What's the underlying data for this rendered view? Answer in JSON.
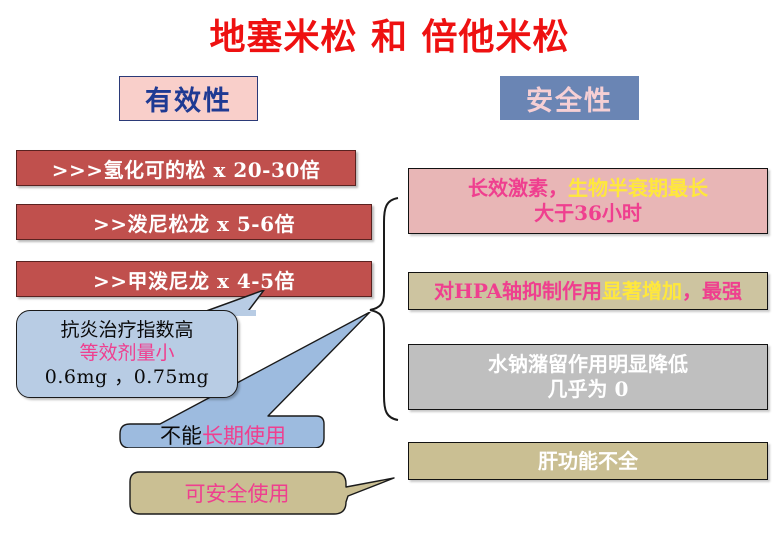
{
  "slide": {
    "title": "地塞米松 和 倍他米松",
    "title_color": "#ee1111",
    "background": "#ffffff"
  },
  "headers": {
    "left": {
      "label": "有效性",
      "background": "#f9cfca",
      "text_color": "#1f3a93",
      "border_color": "#2b3a78"
    },
    "right": {
      "label": "安全性",
      "background": "#6a85b4",
      "text_color": "#f6cfd4"
    }
  },
  "efficacy_bars": [
    {
      "text": ">>>氢化可的松 x 20-30倍",
      "background": "#c0504d",
      "text_color": "#ffffff"
    },
    {
      "text": ">>泼尼松龙 x 5-6倍",
      "background": "#c0504d",
      "text_color": "#ffffff"
    },
    {
      "text": ">>甲泼尼龙 x 4-5倍",
      "background": "#c0504d",
      "text_color": "#ffffff"
    }
  ],
  "efficacy_callout": {
    "line1": "抗炎治疗指数高",
    "line2": "等效剂量小",
    "line3": "0.6mg ，0.75mg",
    "background": "#b8cce4",
    "line2_color": "#ef3f8f"
  },
  "warning_callout": {
    "prefix": "不能",
    "highlight": "长期使用",
    "background": "#b8cce4",
    "highlight_color": "#ef3f8f"
  },
  "safe_callout": {
    "label": "可安全使用",
    "background": "#cabf93",
    "text_color": "#ef3f8f"
  },
  "safety_boxes": [
    {
      "line1_a": "长效激素，",
      "line1_b": "生物半衰期最长",
      "line2": "大于36小时",
      "background": "#e8b6b6",
      "color_a": "#ef3f8f",
      "color_b": "#ffe83c"
    },
    {
      "line1_a": "对HPA轴抑制作用",
      "line1_b": "显著增加",
      "line1_c": "，最强",
      "background": "#cdc4a0",
      "color_a": "#ef3f8f",
      "color_b": "#ffe83c"
    },
    {
      "line1": "水钠潴留作用明显降低",
      "line2": "几乎为 0",
      "background": "#bfbfbf",
      "text_color": "#ffffff"
    },
    {
      "line1": "肝功能不全",
      "background": "#cabf93",
      "text_color": "#ffffff"
    }
  ]
}
